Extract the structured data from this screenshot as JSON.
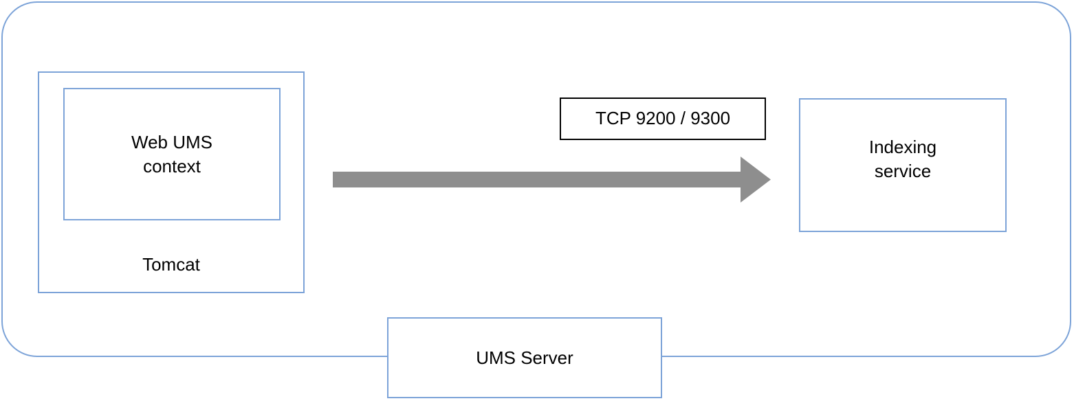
{
  "diagram": {
    "type": "architecture-block-diagram",
    "background_color": "#FFFFFF",
    "boundary": {
      "name": "UMS Server boundary",
      "shape": "rounded-rectangle",
      "border_color": "#7CA3D8"
    },
    "nodes": [
      {
        "id": "tomcat",
        "label": "Tomcat",
        "border_color": "#7CA3D8",
        "fill": "#FFFFFF"
      },
      {
        "id": "web-ums-context",
        "label": "Web UMS\ncontext",
        "border_color": "#7CA3D8",
        "fill": "#FFFFFF"
      },
      {
        "id": "indexing-service",
        "label": "Indexing\nservice",
        "border_color": "#7CA3D8",
        "fill": "#FFFFFF"
      },
      {
        "id": "ums-server",
        "label": "UMS Server",
        "border_color": "#7CA3D8",
        "fill": "#FFFFFF"
      }
    ],
    "connector": {
      "id": "tomcat-to-indexing",
      "style": "block-arrow",
      "direction": "left-to-right",
      "color": "#8E8E8E",
      "label": "TCP 9200 / 9300",
      "label_border_color": "#000000",
      "label_fill": "#FFFFFF"
    }
  },
  "labels": {
    "web_ums_context": "Web UMS\ncontext",
    "tomcat": "Tomcat",
    "tcp_ports": "TCP 9200 / 9300",
    "indexing_service": "Indexing\nservice",
    "ums_server": "UMS Server"
  }
}
